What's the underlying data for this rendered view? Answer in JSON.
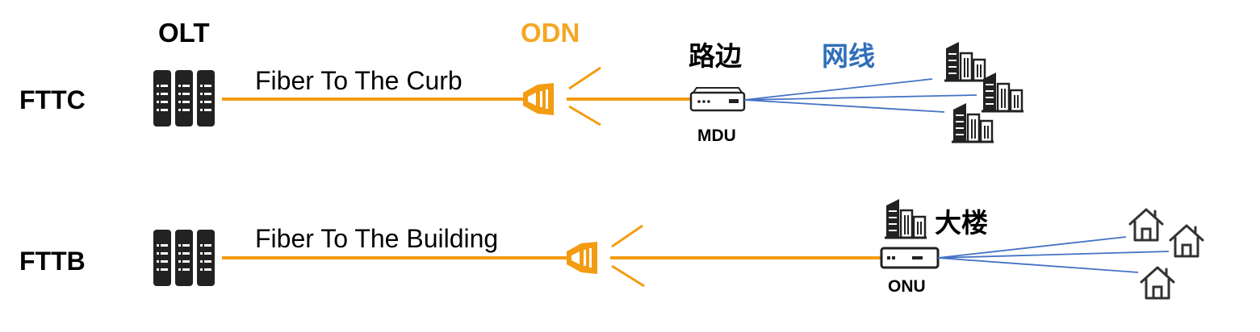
{
  "headers": {
    "olt": "OLT",
    "odn": "ODN",
    "curb_cn": "路边",
    "cable_cn": "网线"
  },
  "rows": {
    "fttc": {
      "label": "FTTC",
      "fiber_text": "Fiber To The Curb",
      "device": "MDU",
      "endpoints_icon": "building-icon"
    },
    "fttb": {
      "label": "FTTB",
      "fiber_text": "Fiber To The Building",
      "device": "ONU",
      "building_cn": "大楼",
      "endpoints_icon": "house-icon"
    }
  },
  "colors": {
    "fiber": "#f39c12",
    "odn_text": "#f5a623",
    "cable": "#4472c4",
    "cable_text": "#2f6fba",
    "device_dark": "#222222"
  }
}
